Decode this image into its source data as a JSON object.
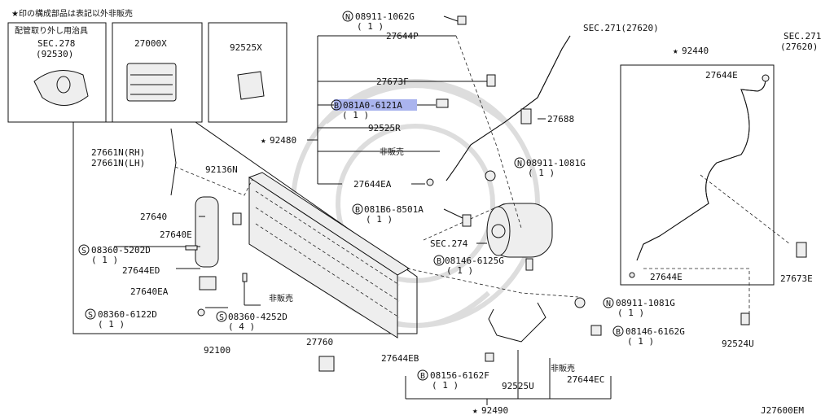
{
  "header_note": "★印の構成部品は表記以外非販売",
  "footer_code": "J27600EM",
  "boxes": {
    "tool": {
      "title": "配管取り外し用治具",
      "ref": "SEC.278",
      "ref2": "(92530)"
    },
    "filter": {
      "label": "27000X"
    },
    "clip": {
      "label": "92525X"
    }
  },
  "callouts": {
    "n_08911_1062G": "08911-1062G",
    "n_08911_1062G_q": "( 1 )",
    "p_27644P": "27644P",
    "sec271_a": "SEC.271(27620)",
    "p_27673F": "27673F",
    "b_081A0_6121A": "081A0-6121A",
    "b_081A0_6121A_q": "( 1 )",
    "p_92525R": "92525R",
    "p_27688": "27688",
    "p_92480": "92480",
    "not_sold_1": "非販売",
    "n_08911_1081G_a": "08911-1081G",
    "n_08911_1081G_a_q": "( 1 )",
    "p_27644EA": "27644EA",
    "b_081B6_8501A": "081B6-8501A",
    "b_081B6_8501A_q": "( 1 )",
    "sec274": "SEC.274",
    "b_08146_6125G": "08146-6125G",
    "b_08146_6125G_q": "( 1 )",
    "n_08911_1081G_b": "08911-1081G",
    "n_08911_1081G_b_q": "( 1 )",
    "b_08146_6162G": "08146-6162G",
    "b_08146_6162G_q": "( 1 )",
    "p_27644EC": "27644EC",
    "p_27644EB": "27644EB",
    "b_08156_6162F": "08156-6162F",
    "b_08156_6162F_q": "( 1 )",
    "p_92525U": "92525U",
    "not_sold_2": "非販売",
    "p_92490": "92490",
    "p_92440": "92440",
    "sec271_b1": "SEC.271",
    "sec271_b2": "(27620)",
    "p_27644E_top": "27644E",
    "p_27644E_bot": "27644E",
    "p_27673E": "27673E",
    "p_92524U": "92524U",
    "p_27661N_rh": "27661N(RH)",
    "p_27661N_lh": "27661N(LH)",
    "p_92136N": "92136N",
    "p_27640": "27640",
    "p_27640E": "27640E",
    "s_08360_5202D": "08360-5202D",
    "s_08360_5202D_q": "( 1 )",
    "p_27644ED": "27644ED",
    "p_27640EA": "27640EA",
    "s_08360_6122D": "08360-6122D",
    "s_08360_6122D_q": "( 1 )",
    "s_08360_4252D": "08360-4252D",
    "s_08360_4252D_q": "( 4 )",
    "not_sold_3": "非販売",
    "p_92100": "92100",
    "p_27760": "27760"
  },
  "marks": {
    "star": "★",
    "n": "N",
    "b": "B",
    "s": "S"
  },
  "colors": {
    "highlight": "#aab4ee",
    "line": "#111111"
  }
}
